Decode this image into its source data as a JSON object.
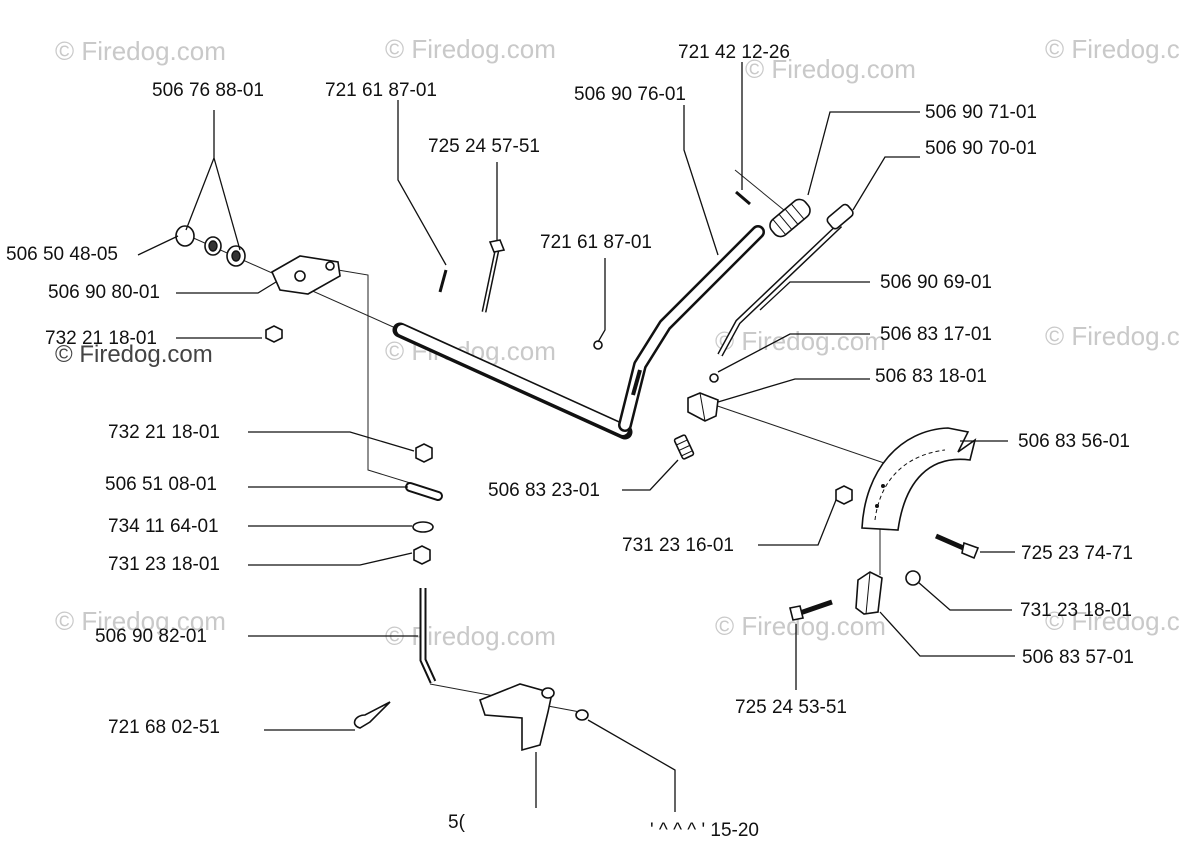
{
  "watermark": "© Firedog.com",
  "part_labels": {
    "p1": "506 76 88-01",
    "p2": "721 61 87-01",
    "p3": "725 24 57-51",
    "p4": "721 42 12-26",
    "p5": "506 90 76-01",
    "p6": "506 90 71-01",
    "p7": "506 90 70-01",
    "p8": "506 50 48-05",
    "p9": "721 61 87-01",
    "p10": "506 90 80-01",
    "p11": "506 90 69-01",
    "p12": "732 21 18-01",
    "p13": "506 83 17-01",
    "p14": "506 83 18-01",
    "p15": "732 21 18-01",
    "p16": "506 83 56-01",
    "p17": "506 51 08-01",
    "p18": "506 83 23-01",
    "p19": "734 11 64-01",
    "p20": "731 23 16-01",
    "p21": "725 23 74-71",
    "p22": "731 23 18-01",
    "p23": "731 23 18-01",
    "p24": "506 90 82-01",
    "p25": "506 83 57-01",
    "p26": "725 24 53-51",
    "p27": "721 68 02-51",
    "p28": "5(",
    "p29": "' ^ ^ ^ ' 15-20"
  }
}
